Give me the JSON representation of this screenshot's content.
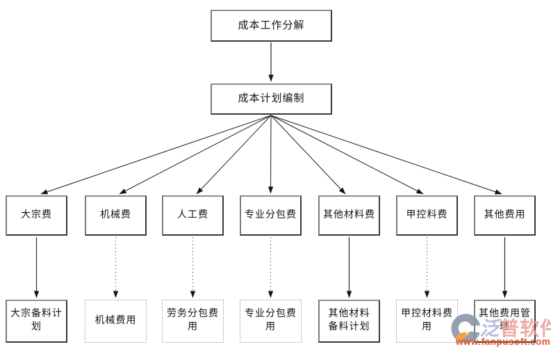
{
  "nodes": {
    "root": {
      "label": "成本工作分解"
    },
    "plan": {
      "label": "成本计划编制"
    },
    "mid": [
      {
        "label": "大宗费"
      },
      {
        "label": "机械费"
      },
      {
        "label": "人工费"
      },
      {
        "label": "专业分包费"
      },
      {
        "label": "其他材料费"
      },
      {
        "label": "甲控料费"
      },
      {
        "label": "其他费用"
      }
    ],
    "bottom": [
      {
        "label": "大宗备料计划",
        "style": "solid"
      },
      {
        "label": "机械费用",
        "style": "dotted"
      },
      {
        "label": "劳务分包费用",
        "style": "dotted"
      },
      {
        "label": "专业分包费用",
        "style": "dotted"
      },
      {
        "label": "其他材料\n备料计划",
        "style": "solid"
      },
      {
        "label": "甲控材料费用",
        "style": "dotted"
      },
      {
        "label": "其他费用管理",
        "style": "solid"
      }
    ]
  },
  "connectors": {
    "solid_columns": [
      "大宗费→大宗备料计划",
      "其他材料费→其他材料备料计划",
      "其他费用→其他费用管理"
    ],
    "dotted_columns": [
      "机械费→机械费用",
      "人工费→劳务分包费用",
      "专业分包费→专业分包费用",
      "甲控料费→甲控材料费用"
    ]
  },
  "watermark": {
    "brand_first": "泛",
    "brand_rest": "普软件",
    "url": "www.fanpusoft.com",
    "brand_first_color": "#a9b2d6",
    "brand_rest_color": "#eb9e96",
    "url_color": "#e0512c",
    "logo_gray": "#8695a6",
    "logo_orange": "#e8992e"
  }
}
